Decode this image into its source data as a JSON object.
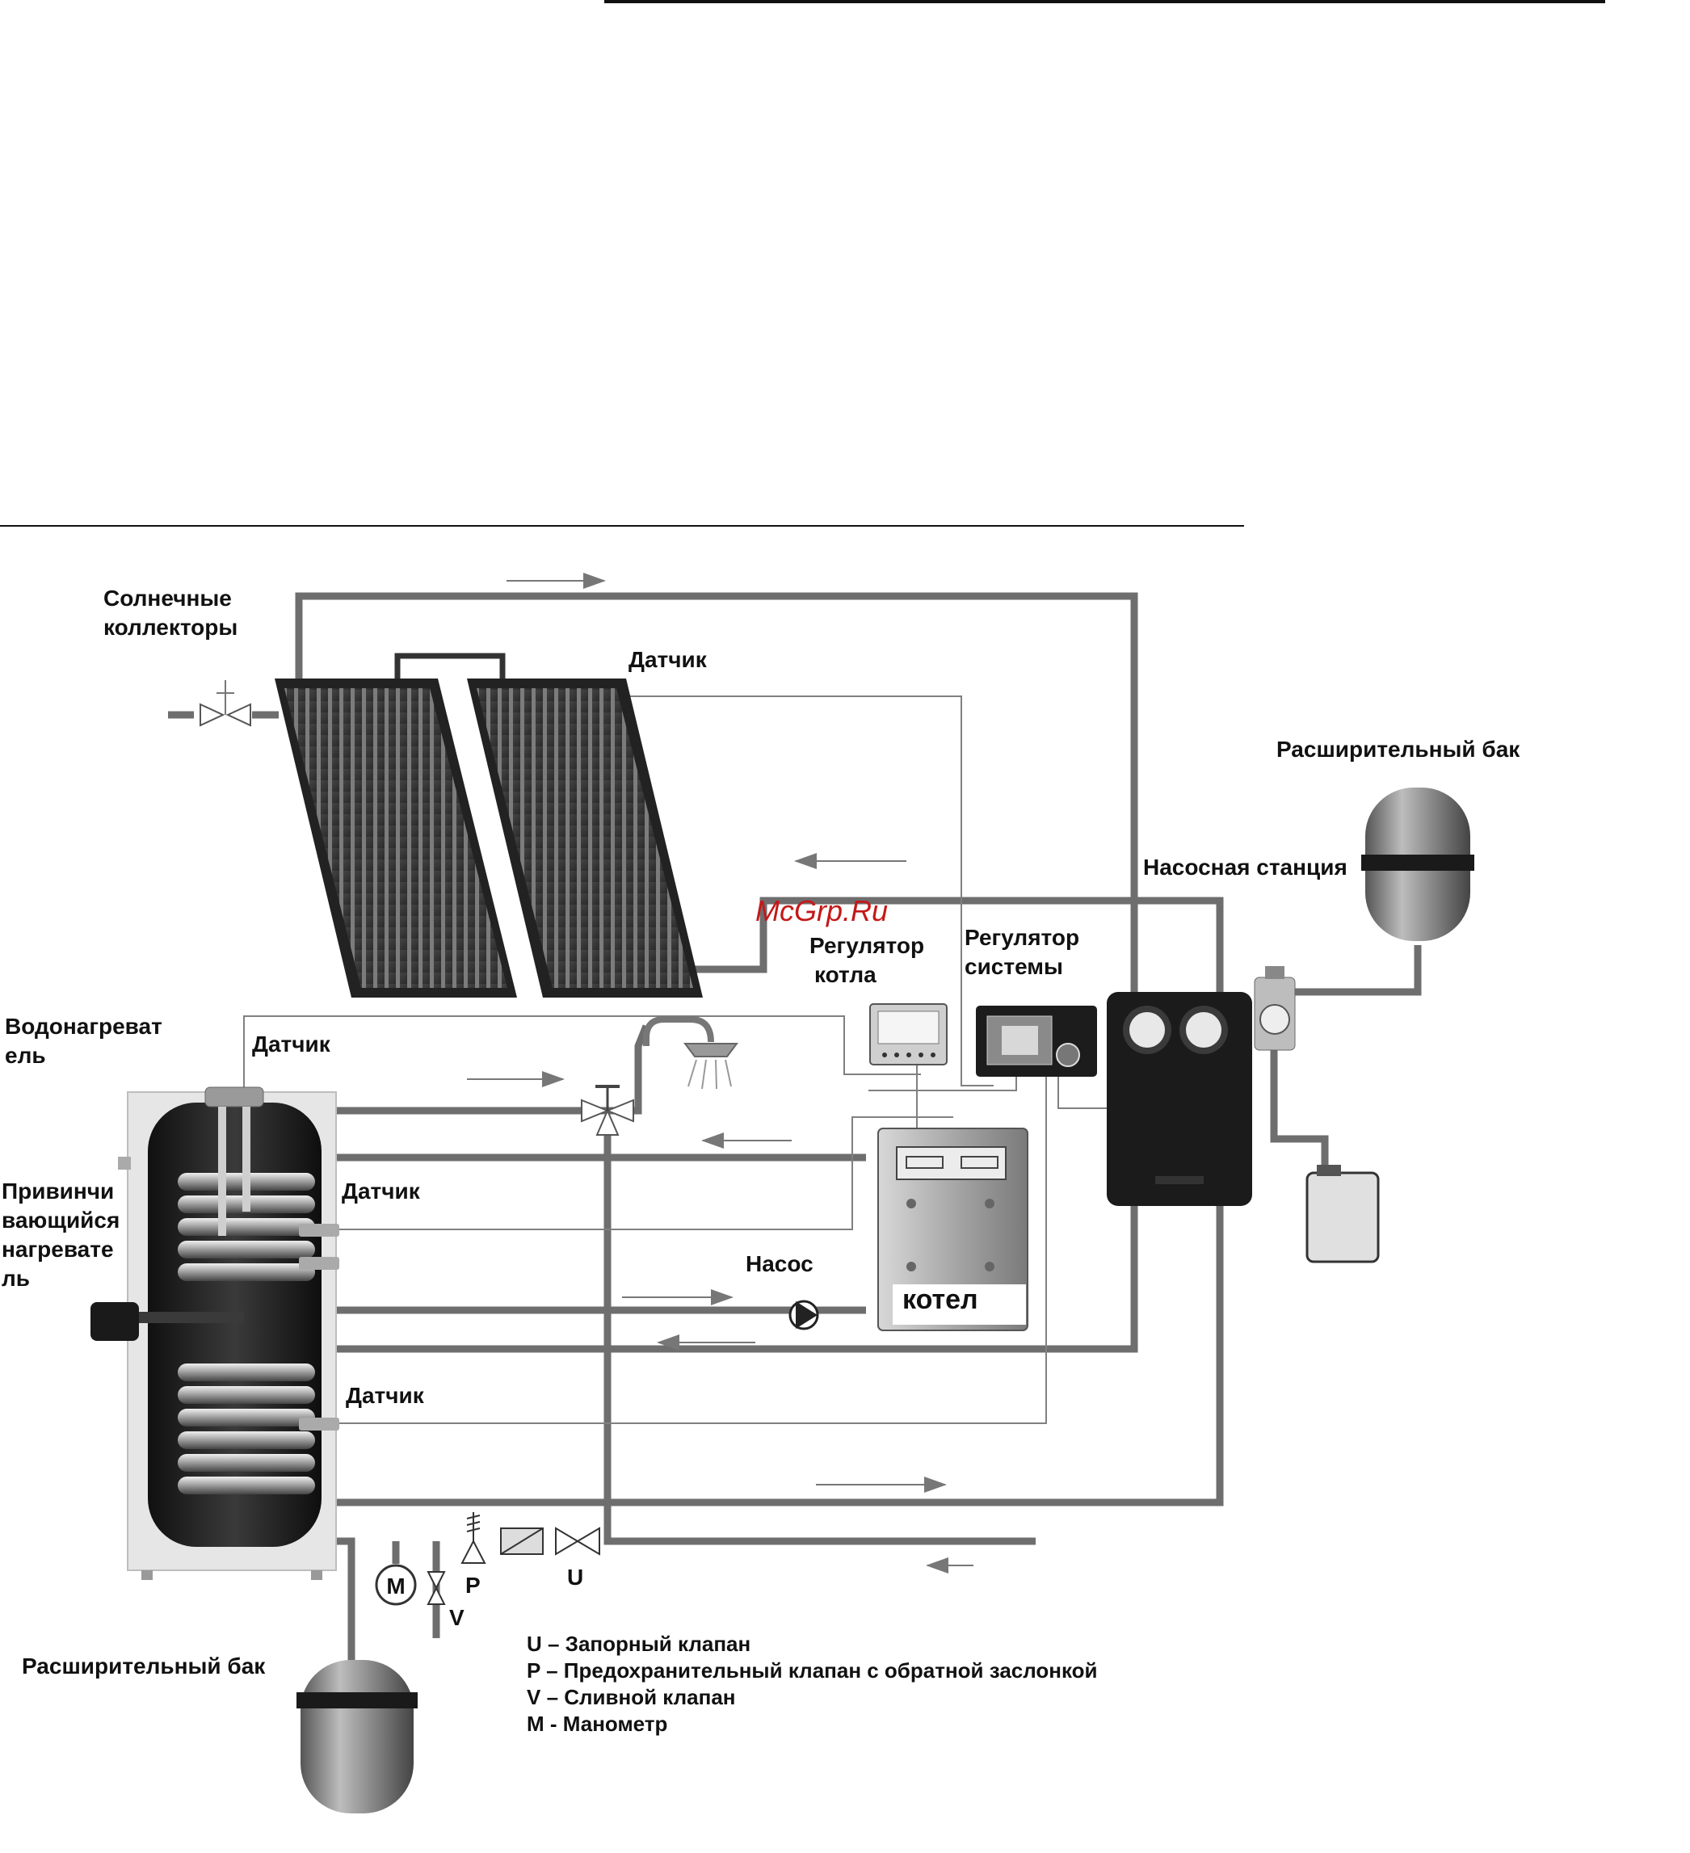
{
  "labels": {
    "solar_collectors": [
      "Солнечные",
      "коллекторы"
    ],
    "sensor_collector": "Датчик",
    "expansion_tank_top": "Расширительный бак",
    "pump_station": "Насосная станция",
    "boiler_controller": [
      "Регулятор",
      "котла"
    ],
    "system_controller": [
      "Регулятор",
      "системы"
    ],
    "water_heater": [
      "Водонагреват",
      "ель"
    ],
    "sensor_tank_top": "Датчик",
    "heater_insert": [
      "Привинчи",
      "вающийся",
      "нагревате",
      "ль"
    ],
    "sensor_tank_mid": "Датчик",
    "pump": "Насос",
    "boiler": "котел",
    "sensor_tank_low": "Датчик",
    "expansion_tank_bottom": "Расширительный бак",
    "valve_p": "P",
    "valve_v": "V",
    "valve_u": "U",
    "gauge_m": "M",
    "watermark": "McGrp.Ru"
  },
  "legend": [
    "U – Запорный клапан",
    "P – Предохранительный клапан с обратной заслонкой",
    "V – Сливной клапан",
    "M - Манометр"
  ],
  "colors": {
    "pipe": "#6e6e6e",
    "tank_dark": "#1e1e1e",
    "watermark": "#c41818"
  }
}
